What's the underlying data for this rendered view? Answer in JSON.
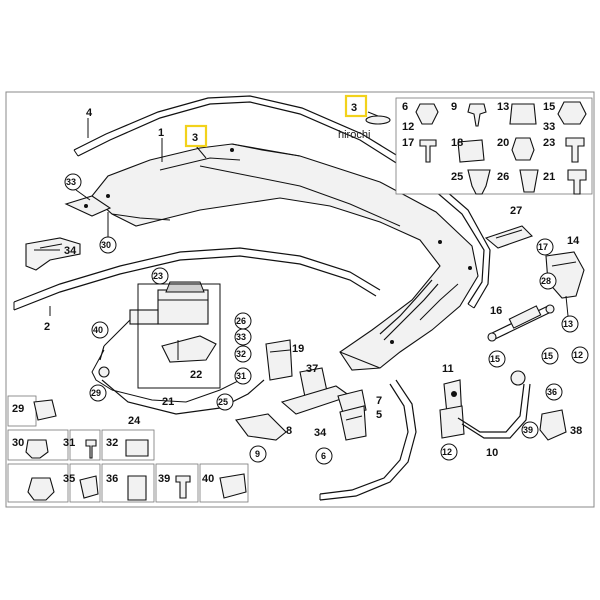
{
  "frame_color": "#888888",
  "highlight_color": "#f2d21b",
  "highlight": {
    "label": "3",
    "watermark": "hirochi"
  },
  "callouts": {
    "c1": "1",
    "c2": "2",
    "c3": "3",
    "c4": "4",
    "c6": "6",
    "c7": "7",
    "c8": "8",
    "c9": "9",
    "c10": "10",
    "c11": "11",
    "c12": "12",
    "c13": "13",
    "c14": "14",
    "c15": "15",
    "c16": "16",
    "c17": "17",
    "c18": "18",
    "c19": "19",
    "c20": "20",
    "c21": "21",
    "c22": "22",
    "c23": "23",
    "c24": "24",
    "c25": "25",
    "c26": "26",
    "c27": "27",
    "c28": "28",
    "c29": "29",
    "c30": "30",
    "c31": "31",
    "c32": "32",
    "c33": "33",
    "c34": "34",
    "c35": "35",
    "c36": "36",
    "c37": "37",
    "c38": "38",
    "c39": "39",
    "c40": "40",
    "c5": "5"
  }
}
